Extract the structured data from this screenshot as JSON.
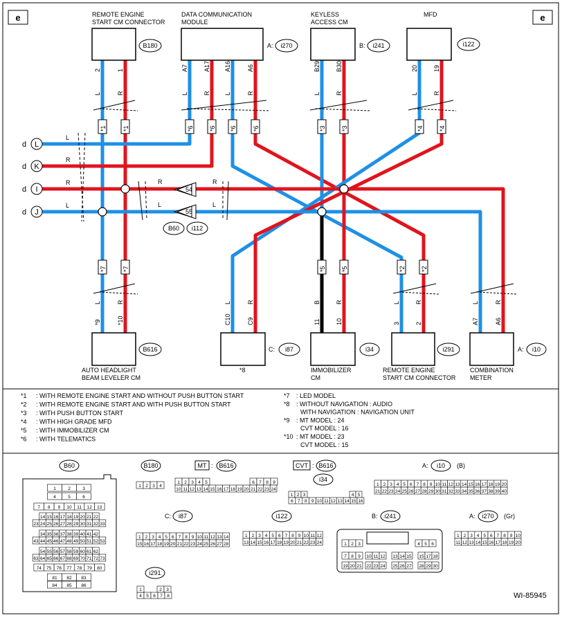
{
  "corner_tag": "e",
  "figure_id": "WI-85945",
  "top_modules": [
    {
      "key": "remote",
      "label1": "REMOTE ENGINE",
      "label2": "START CM CONNECTOR",
      "badge": "B180",
      "prefix": ""
    },
    {
      "key": "dcm",
      "label1": "DATA COMMUNICATION",
      "label2": "MODULE",
      "badge": "i270",
      "prefix": "A:"
    },
    {
      "key": "keyless",
      "label1": "KEYLESS",
      "label2": "ACCESS CM",
      "badge": "i241",
      "prefix": "B:"
    },
    {
      "key": "mfd",
      "label1": "MFD",
      "label2": "",
      "badge": "i122",
      "prefix": ""
    }
  ],
  "bottom_modules": [
    {
      "key": "headlight",
      "label1": "AUTO HEADLIGHT",
      "label2": "BEAM LEVELER CM",
      "badge": "B616",
      "prefix": ""
    },
    {
      "key": "unit8",
      "label1": "*8",
      "label2": "",
      "badge": "i87",
      "prefix": "C:"
    },
    {
      "key": "immob",
      "label1": "IMMOBILIZER",
      "label2": "CM",
      "badge": "i34",
      "prefix": ""
    },
    {
      "key": "remote2",
      "label1": "REMOTE ENGINE",
      "label2": "START CM CONNECTOR",
      "badge": "i291",
      "prefix": ""
    },
    {
      "key": "meter",
      "label1": "COMBINATION",
      "label2": "METER",
      "badge": "i10",
      "prefix": "A:"
    }
  ],
  "pins_top": [
    "2",
    "1",
    "A7",
    "A17",
    "A16",
    "A6",
    "B29",
    "B30",
    "20",
    "19"
  ],
  "pins_bottom": [
    "*9",
    "*10",
    "C10",
    "C9",
    "11",
    "10",
    "3",
    "2",
    "A7",
    "A6"
  ],
  "wire_colors_top": [
    "L",
    "R",
    "L",
    "R",
    "L",
    "R",
    "L",
    "R",
    "L",
    "R"
  ],
  "wire_colors_bottom": [
    "L",
    "R",
    "L",
    "R",
    "B",
    "R",
    "L",
    "R",
    "L",
    "R"
  ],
  "notes_top": [
    "*1",
    "*1",
    "*6",
    "*6",
    "*6",
    "*6",
    "*3",
    "*3",
    "*4",
    "*4"
  ],
  "notes_bottom": [
    "*7",
    "*7",
    "*5",
    "*5",
    "*2",
    "*2"
  ],
  "left_terminals": [
    {
      "prefix": "d",
      "letter": "L",
      "wire": "L"
    },
    {
      "prefix": "d",
      "letter": "K",
      "wire": "R"
    },
    {
      "prefix": "d",
      "letter": "I",
      "wire": "R"
    },
    {
      "prefix": "d",
      "letter": "J",
      "wire": "L"
    }
  ],
  "joint_pins": [
    "54",
    "55"
  ],
  "joint_badges": [
    "B60",
    "i112"
  ],
  "wire_labels_mid": [
    "R",
    "L",
    "R",
    "L"
  ],
  "notes_left": [
    {
      "k": "*1",
      "t": ": WITH REMOTE ENGINE START AND WITHOUT PUSH BUTTON START"
    },
    {
      "k": "*2",
      "t": ": WITH REMOTE ENGINE START AND WITH PUSH BUTTON START"
    },
    {
      "k": "*3",
      "t": ": WITH PUSH BUTTON START"
    },
    {
      "k": "*4",
      "t": ": WITH HIGH GRADE MFD"
    },
    {
      "k": "*5",
      "t": ": WITH IMMOBILIZER CM"
    },
    {
      "k": "*6",
      "t": ": WITH TELEMATICS"
    }
  ],
  "notes_right": [
    {
      "k": "*7",
      "t": ": LED MODEL"
    },
    {
      "k": "*8",
      "t": ": WITHOUT NAVIGATION   : AUDIO"
    },
    {
      "k": "",
      "t": "WITH NAVIGATION    : NAVIGATION UNIT"
    },
    {
      "k": "*9",
      "t": ": MT MODEL   : 24"
    },
    {
      "k": "",
      "t": "CVT MODEL   : 16"
    },
    {
      "k": "*10",
      "t": ": MT MODEL   : 23"
    },
    {
      "k": "",
      "t": "CVT MODEL   : 15"
    }
  ],
  "connectors": {
    "b60": {
      "name": "B60",
      "rows": [
        [
          "1",
          "2",
          "3"
        ],
        [
          "4",
          "5",
          "6"
        ],
        [
          "7",
          "8",
          "9",
          "10",
          "11",
          "12",
          "13"
        ],
        [
          "14",
          "15",
          "16",
          "17",
          "18",
          "19",
          "20",
          "21",
          "22"
        ],
        [
          "23",
          "24",
          "25",
          "26",
          "27",
          "28",
          "29",
          "30",
          "31",
          "32",
          "33"
        ],
        [
          "34",
          "35",
          "36",
          "37",
          "38",
          "39",
          "40",
          "41",
          "42"
        ],
        [
          "43",
          "44",
          "45",
          "46",
          "47",
          "48",
          "49",
          "50",
          "51",
          "52",
          "53"
        ],
        [
          "54",
          "55",
          "56",
          "57",
          "58",
          "59",
          "60",
          "61",
          "62"
        ],
        [
          "63",
          "64",
          "65",
          "66",
          "67",
          "68",
          "69",
          "70",
          "71",
          "72",
          "73"
        ],
        [
          "74",
          "75",
          "76",
          "77",
          "78",
          "79",
          "80"
        ],
        [
          "81",
          "82",
          "83"
        ],
        [
          "84",
          "85",
          "86"
        ]
      ]
    },
    "b180": {
      "name": "B180",
      "rows": [
        [
          "1",
          "2",
          "3",
          "4"
        ]
      ]
    },
    "b616": {
      "tag": "MT",
      "name": "B616",
      "rows": [
        [
          "1",
          "2",
          "3",
          "4",
          "5",
          "6",
          "7",
          "8",
          "9"
        ],
        [
          "10",
          "11",
          "12",
          "13",
          "14",
          "15",
          "16",
          "17",
          "18",
          "19",
          "20",
          "21",
          "22",
          "23",
          "24"
        ]
      ]
    },
    "b616c": {
      "tag": "CVT",
      "name": "B616"
    },
    "i34": {
      "name": "i34",
      "rows": [
        [
          "1",
          "2",
          "3",
          "4",
          "5"
        ],
        [
          "6",
          "7",
          "8",
          "9",
          "10",
          "11",
          "12",
          "13",
          "14",
          "15",
          "16"
        ]
      ]
    },
    "i10": {
      "prefix": "A:",
      "name": "i10",
      "suffix": "(B)",
      "rows": [
        [
          "1",
          "2",
          "3",
          "4",
          "5",
          "6",
          "7",
          "8",
          "9",
          "10",
          "11",
          "12",
          "13",
          "14",
          "15",
          "16",
          "17",
          "18",
          "19",
          "20"
        ],
        [
          "21",
          "22",
          "23",
          "24",
          "25",
          "26",
          "27",
          "28",
          "29",
          "30",
          "31",
          "32",
          "33",
          "34",
          "35",
          "36",
          "37",
          "38",
          "39",
          "40"
        ]
      ]
    },
    "i87": {
      "prefix": "C:",
      "name": "i87",
      "rows": [
        [
          "1",
          "2",
          "3",
          "4",
          "5",
          "6",
          "7",
          "8",
          "9",
          "10",
          "11",
          "12",
          "13",
          "14"
        ],
        [
          "15",
          "16",
          "17",
          "18",
          "19",
          "20",
          "21",
          "22",
          "23",
          "24",
          "25",
          "26",
          "27",
          "28"
        ]
      ]
    },
    "i122": {
      "name": "i122",
      "rows": [
        [
          "1",
          "2",
          "3",
          "4",
          "5",
          "6",
          "7",
          "8",
          "9",
          "10",
          "11",
          "12"
        ],
        [
          "13",
          "14",
          "15",
          "16",
          "17",
          "18",
          "19",
          "20",
          "21",
          "22",
          "23",
          "24"
        ]
      ]
    },
    "i241": {
      "prefix": "B:",
      "name": "i241",
      "rows": [
        [
          "1",
          "2",
          "3",
          "4",
          "5",
          "6"
        ],
        [
          "7",
          "8",
          "9",
          "10",
          "11",
          "12",
          "13",
          "14",
          "15",
          "16",
          "17",
          "18"
        ],
        [
          "19",
          "20",
          "21",
          "22",
          "23",
          "24",
          "25",
          "26",
          "27",
          "28",
          "29",
          "30"
        ]
      ]
    },
    "i270": {
      "prefix": "A:",
      "name": "i270",
      "suffix": "(Gr)",
      "rows": [
        [
          "1",
          "2",
          "3",
          "4",
          "5",
          "6",
          "7",
          "8",
          "9",
          "10"
        ],
        [
          "11",
          "12",
          "13",
          "14",
          "15",
          "16",
          "17",
          "18",
          "19",
          "20"
        ]
      ]
    },
    "i291": {
      "name": "i291",
      "rows": [
        [
          "1",
          "2",
          "3"
        ],
        [
          "4",
          "5",
          "6",
          "7",
          "8"
        ]
      ]
    }
  },
  "colors": {
    "blue": "#1e90e6",
    "red": "#e0141e",
    "black": "#000000"
  }
}
